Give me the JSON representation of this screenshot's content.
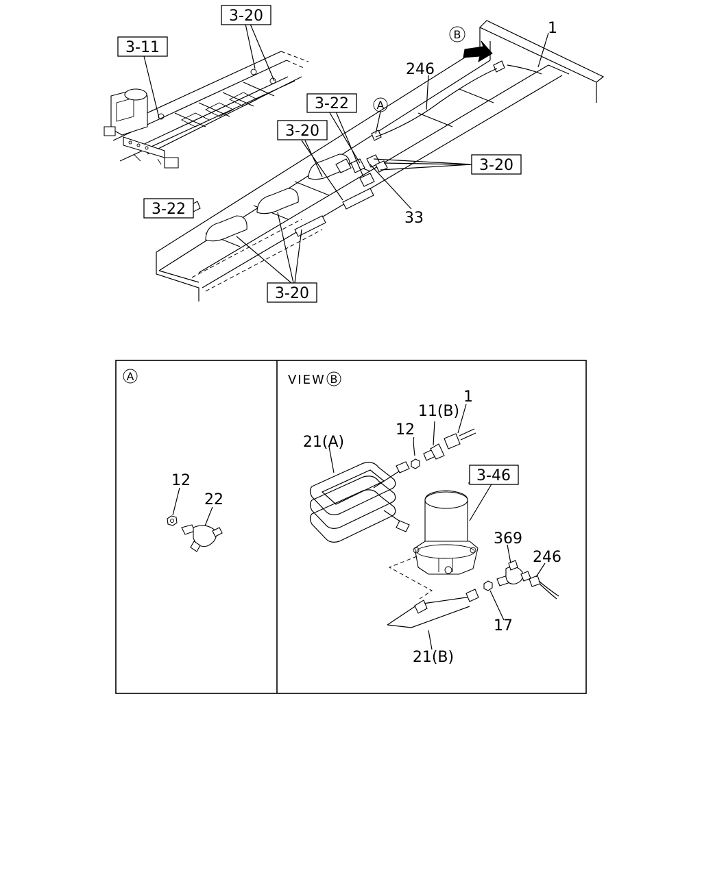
{
  "diagram": {
    "callout_boxes": {
      "ref_3_20_top": "3-20",
      "ref_3_11": "3-11",
      "ref_3_22_mid": "3-22",
      "ref_3_20_mid": "3-20",
      "ref_3_20_right": "3-20",
      "ref_3_22_left": "3-22",
      "ref_3_20_bottom": "3-20",
      "ref_3_46": "3-46"
    },
    "part_labels": {
      "p1_top": "1",
      "p246_top": "246",
      "p33": "33",
      "p12_a": "12",
      "p22": "22",
      "p21a": "21(A)",
      "p12_b": "12",
      "p11b": "11(B)",
      "p1_b": "1",
      "p369": "369",
      "p246_b": "246",
      "p17": "17",
      "p21b": "21(B)"
    },
    "view_markers": {
      "a_marker": "A",
      "b_marker": "B",
      "panel_a_marker": "A",
      "view_b_text": "VIEW",
      "view_b_marker": "B"
    }
  }
}
